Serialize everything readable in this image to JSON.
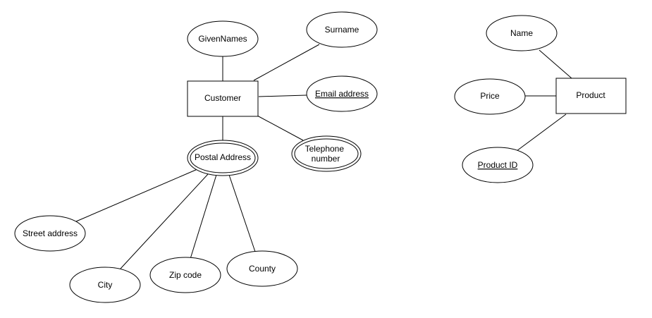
{
  "entities": {
    "customer": "Customer",
    "product": "Product"
  },
  "attributes": {
    "given_names": "GivenNames",
    "surname": "Surname",
    "email_address": "Email address",
    "telephone_line1": "Telephone",
    "telephone_line2": "number",
    "postal_address": "Postal Address",
    "street_address": "Street address",
    "city": "City",
    "zip_code": "Zip code",
    "county": "County",
    "product_name": "Name",
    "price": "Price",
    "product_id": "Product ID"
  }
}
